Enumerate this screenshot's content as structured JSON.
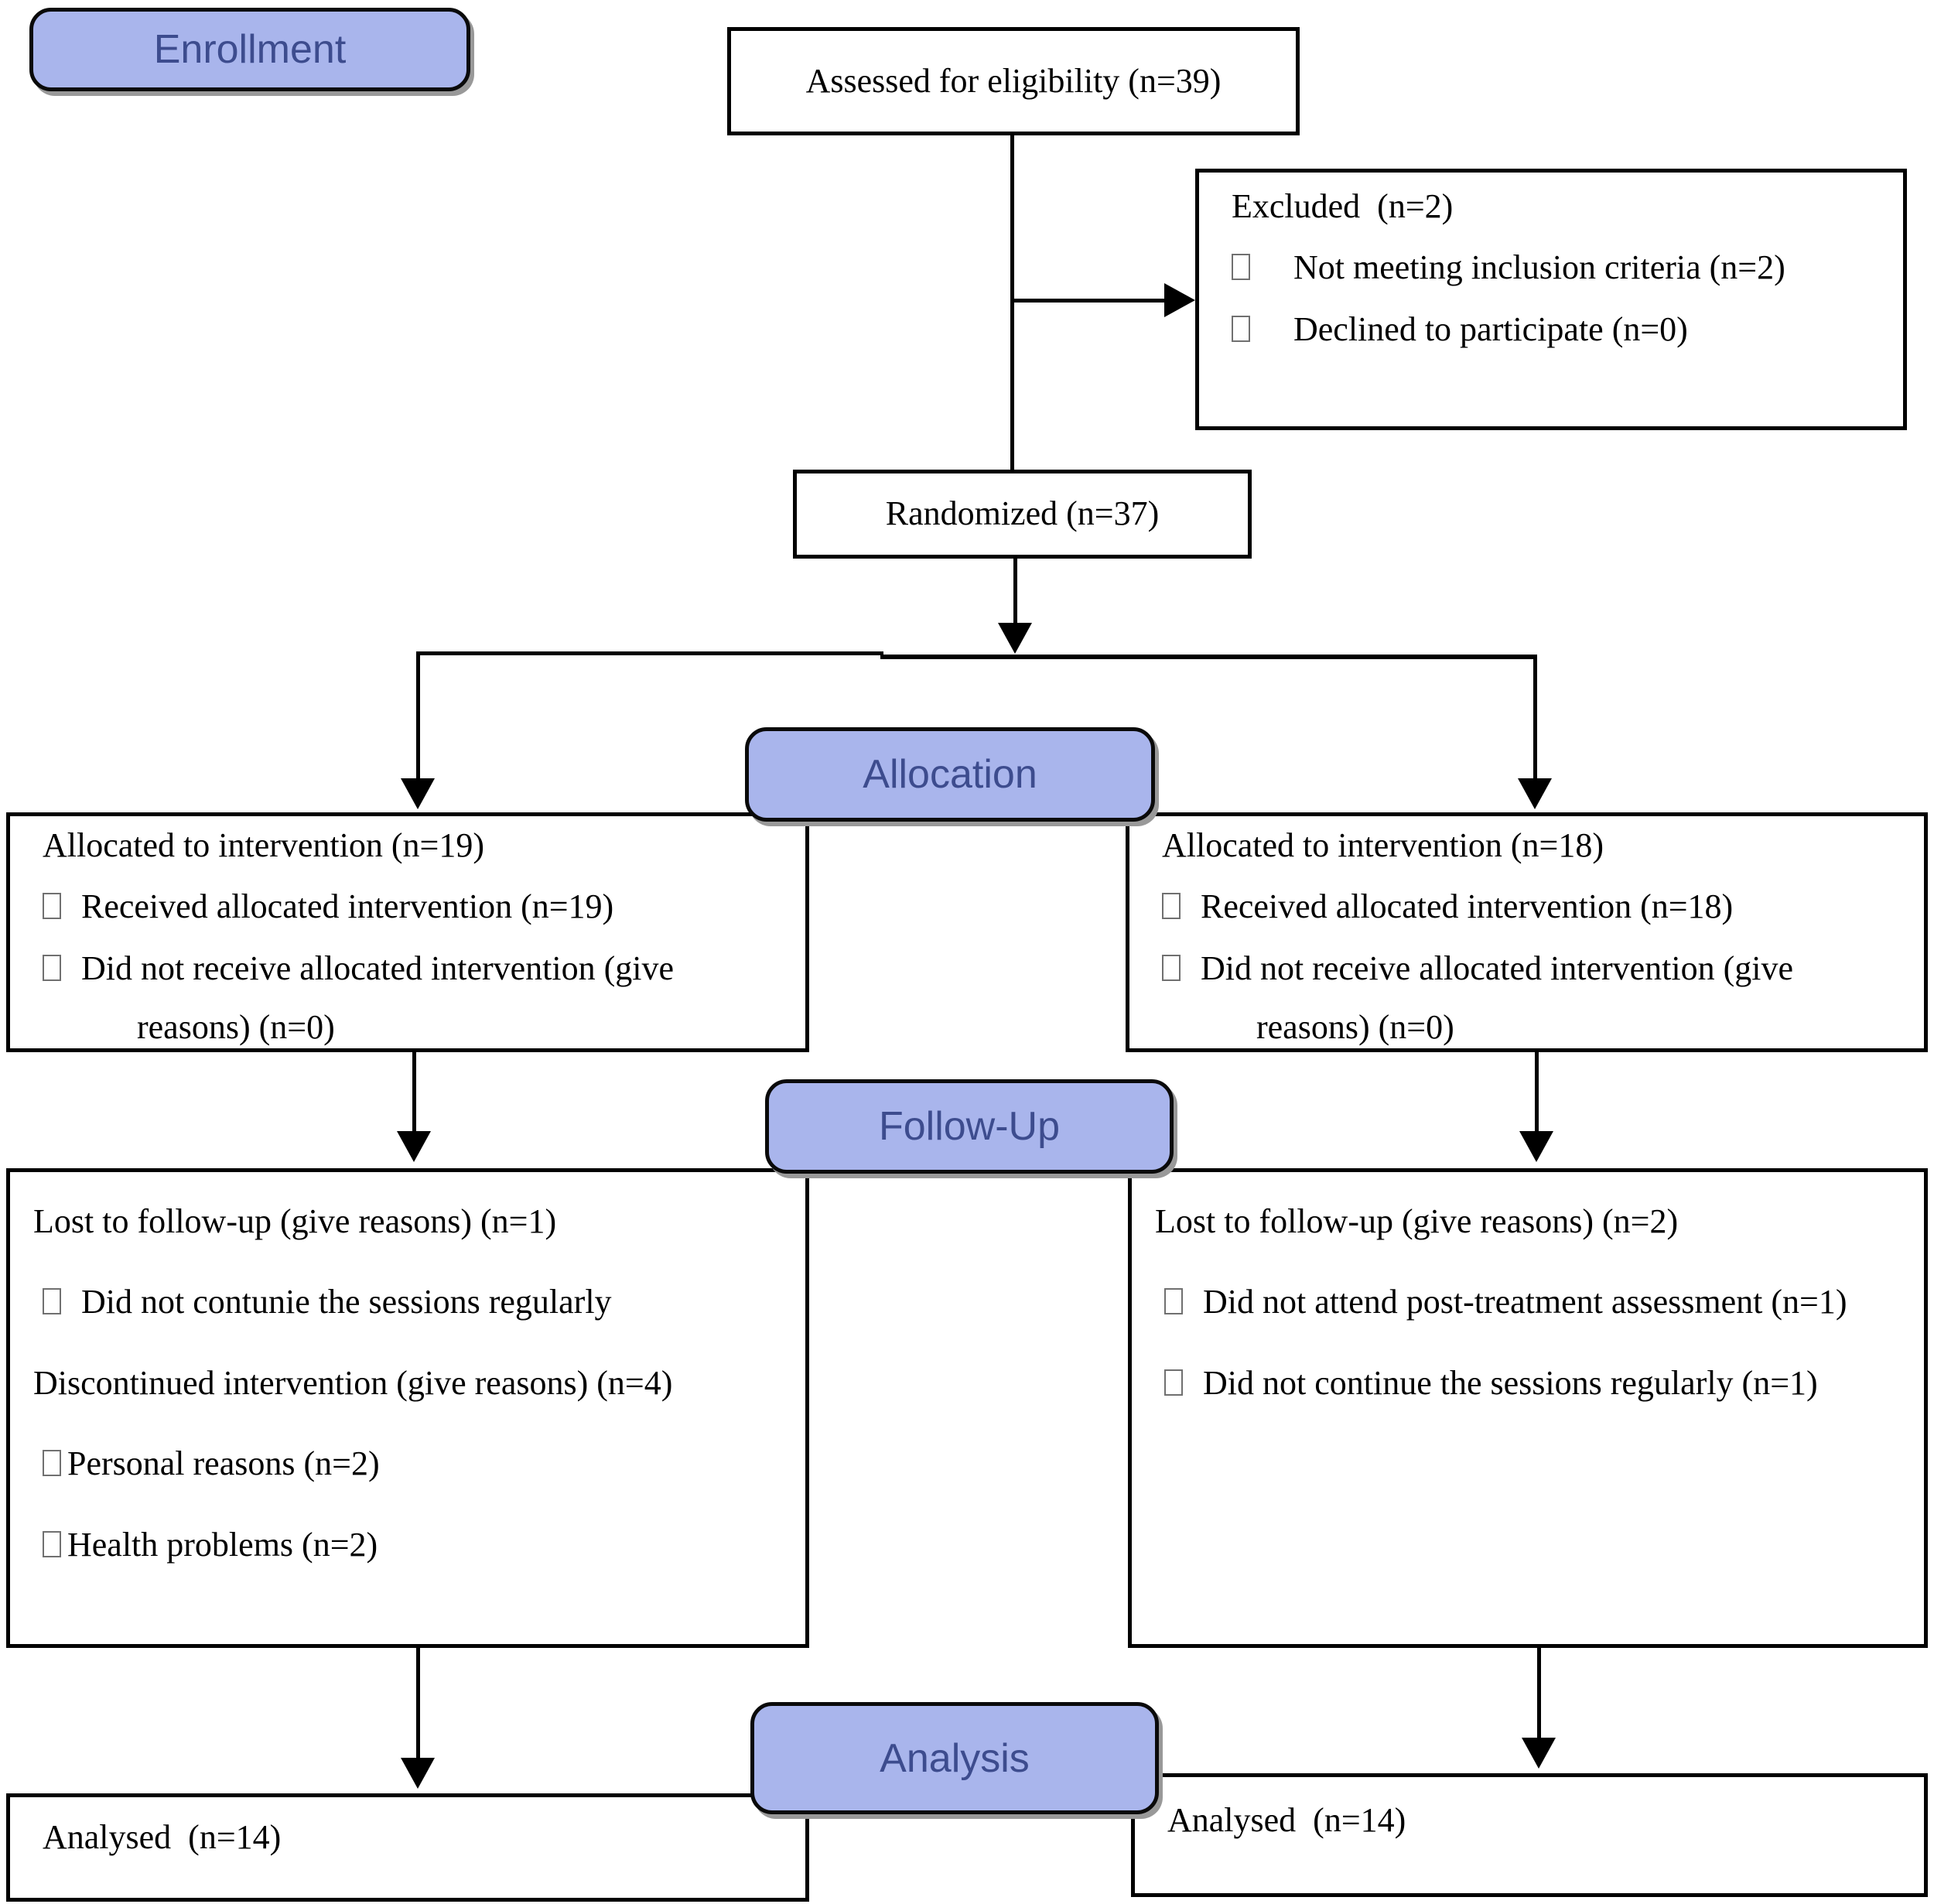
{
  "stages": {
    "enrollment": "Enrollment",
    "allocation": "Allocation",
    "followup": "Follow-Up",
    "analysis": "Analysis"
  },
  "colors": {
    "stage_fill": "#a9b5ec",
    "stage_text": "#3d4c8e",
    "line_color": "#000000"
  },
  "assessed": {
    "text": "Assessed for eligibility (n=39)"
  },
  "excluded": {
    "title": "Excluded  (n=2)",
    "items": [
      "Not meeting inclusion criteria (n=2)",
      "Declined to participate (n=0)"
    ]
  },
  "randomized": {
    "text": "Randomized (n=37)"
  },
  "allocation_left": {
    "title": "Allocated to intervention (n=19)",
    "received": "Received allocated intervention (n=19)",
    "not_received_line1": "Did not receive allocated intervention (give",
    "not_received_line2": "reasons) (n=0)"
  },
  "allocation_right": {
    "title": "Allocated to intervention (n=18)",
    "received": "Received allocated intervention (n=18)",
    "not_received_line1": "Did not receive allocated intervention (give",
    "not_received_line2": "reasons) (n=0)"
  },
  "followup_left": {
    "lost": "Lost to follow-up (give reasons) (n=1)",
    "lost_reason": "Did not contunie the sessions regularly",
    "discontinued": "Discontinued intervention (give reasons) (n=4)",
    "reason1": "Personal reasons (n=2)",
    "reason2": "Health problems (n=2)"
  },
  "followup_right": {
    "lost": "Lost to follow-up (give reasons) (n=2)",
    "reason1": "Did not attend post-treatment assessment (n=1)",
    "reason2": "Did not continue the sessions regularly (n=1)"
  },
  "analysis_left": {
    "text": "Analysed  (n=14)"
  },
  "analysis_right": {
    "text": "Analysed  (n=14)"
  }
}
